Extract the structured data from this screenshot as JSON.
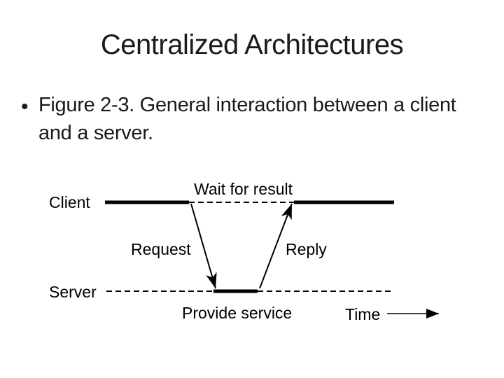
{
  "slide": {
    "title": "Centralized Architectures",
    "bullet_marker": "•",
    "caption_lines": {
      "line1": "Figure 2-3. General interaction between a client",
      "line2": "and a server."
    }
  },
  "diagram": {
    "client_label": "Client",
    "server_label": "Server",
    "wait_label": "Wait for result",
    "request_label": "Request",
    "reply_label": "Reply",
    "provide_label": "Provide service",
    "time_label": "Time",
    "ink_color": "#000000"
  },
  "colors": {
    "background": "#ffffff",
    "text": "#1a1a1a"
  }
}
